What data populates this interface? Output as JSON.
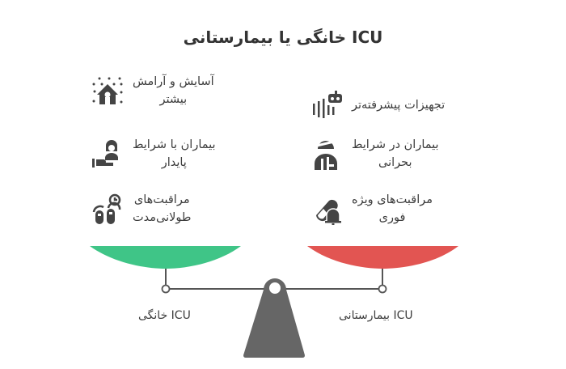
{
  "title": "ICU خانگی یا بیمارستانی",
  "colors": {
    "home_pan": "#3fc587",
    "hospital_pan": "#e25552",
    "structure": "#666666",
    "text": "#3d3d3d"
  },
  "home_side": {
    "label": "ICU خانگی",
    "items": [
      {
        "icon": "house-sparkle-icon",
        "line1": "آسایش و آرامش",
        "line2": "بیشتر"
      },
      {
        "icon": "patient-on-hand-icon",
        "line1": "بیماران با شرایط",
        "line2": "پایدار"
      },
      {
        "icon": "long-term-care-clock-icon",
        "line1": "مراقبت‌های",
        "line2": "طولانی‌مدت"
      }
    ]
  },
  "hospital_side": {
    "label": "ICU بیمارستانی",
    "items": [
      {
        "icon": "robot-equipment-icon",
        "line1": "تجهیزات پیشرفته‌تر",
        "line2": ""
      },
      {
        "icon": "injured-patient-icon",
        "line1": "بیماران در شرایط",
        "line2": "بحرانی"
      },
      {
        "icon": "pill-alarm-icon",
        "line1": "مراقبت‌های ویژه",
        "line2": "فوری"
      }
    ]
  }
}
